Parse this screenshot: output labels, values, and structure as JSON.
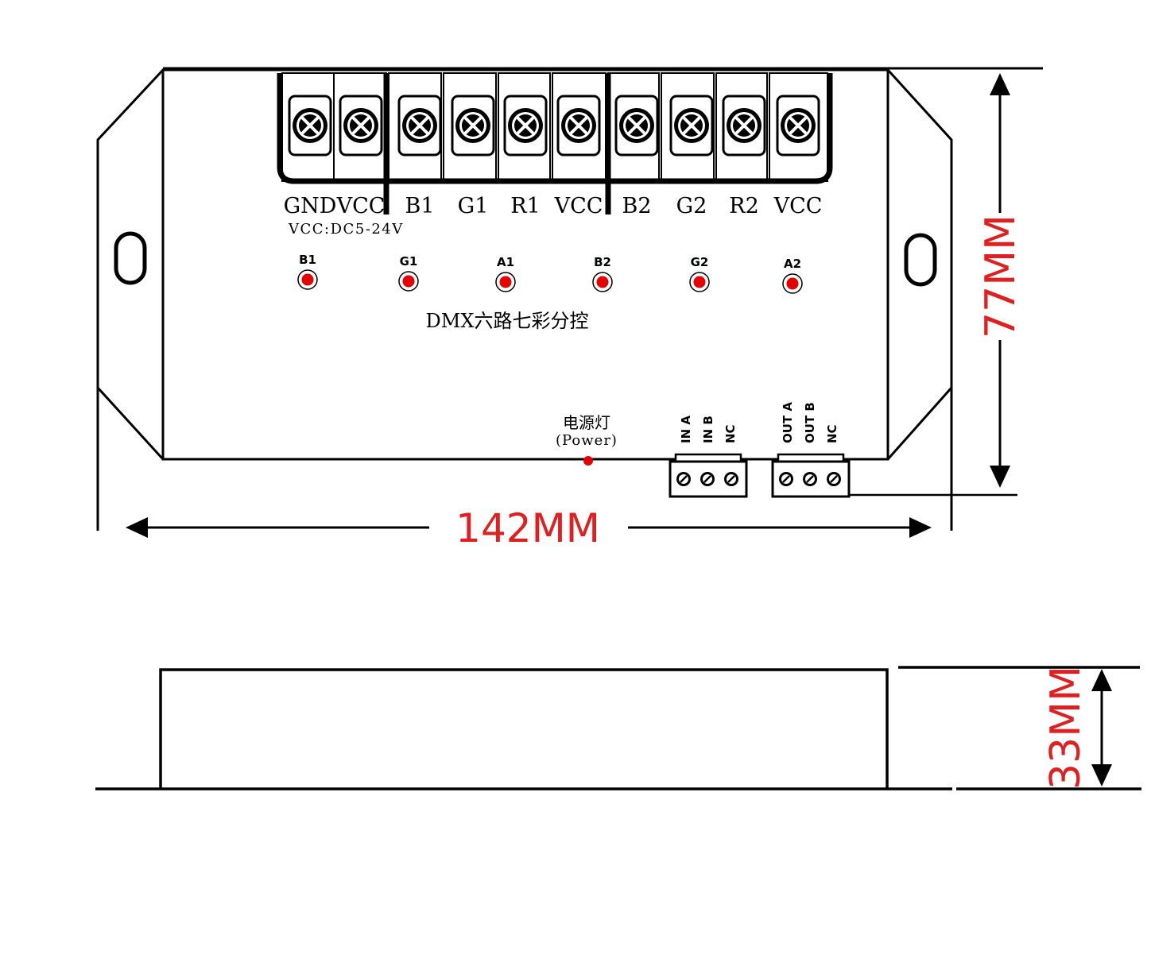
{
  "terminal_block": {
    "labels": [
      "GND",
      "VCC",
      "B1",
      "G1",
      "R1",
      "VCC",
      "B2",
      "G2",
      "R2",
      "VCC"
    ],
    "voltage_note": "VCC:DC5-24V"
  },
  "leds": [
    "B1",
    "G1",
    "A1",
    "B2",
    "G2",
    "A2"
  ],
  "product_name": "DMX六路七彩分控",
  "power_led": {
    "label": "电源灯",
    "sub_label": "(Power)"
  },
  "dmx_in": {
    "labels": [
      "IN A",
      "IN B",
      "NC"
    ]
  },
  "dmx_out": {
    "labels": [
      "OUT A",
      "OUT B",
      "NC"
    ]
  },
  "dimensions": {
    "width": "142MM",
    "height": "77MM",
    "thickness": "33MM"
  },
  "colors": {
    "outline": "#000000",
    "dimension": "#e02020",
    "led": "#e60000"
  }
}
